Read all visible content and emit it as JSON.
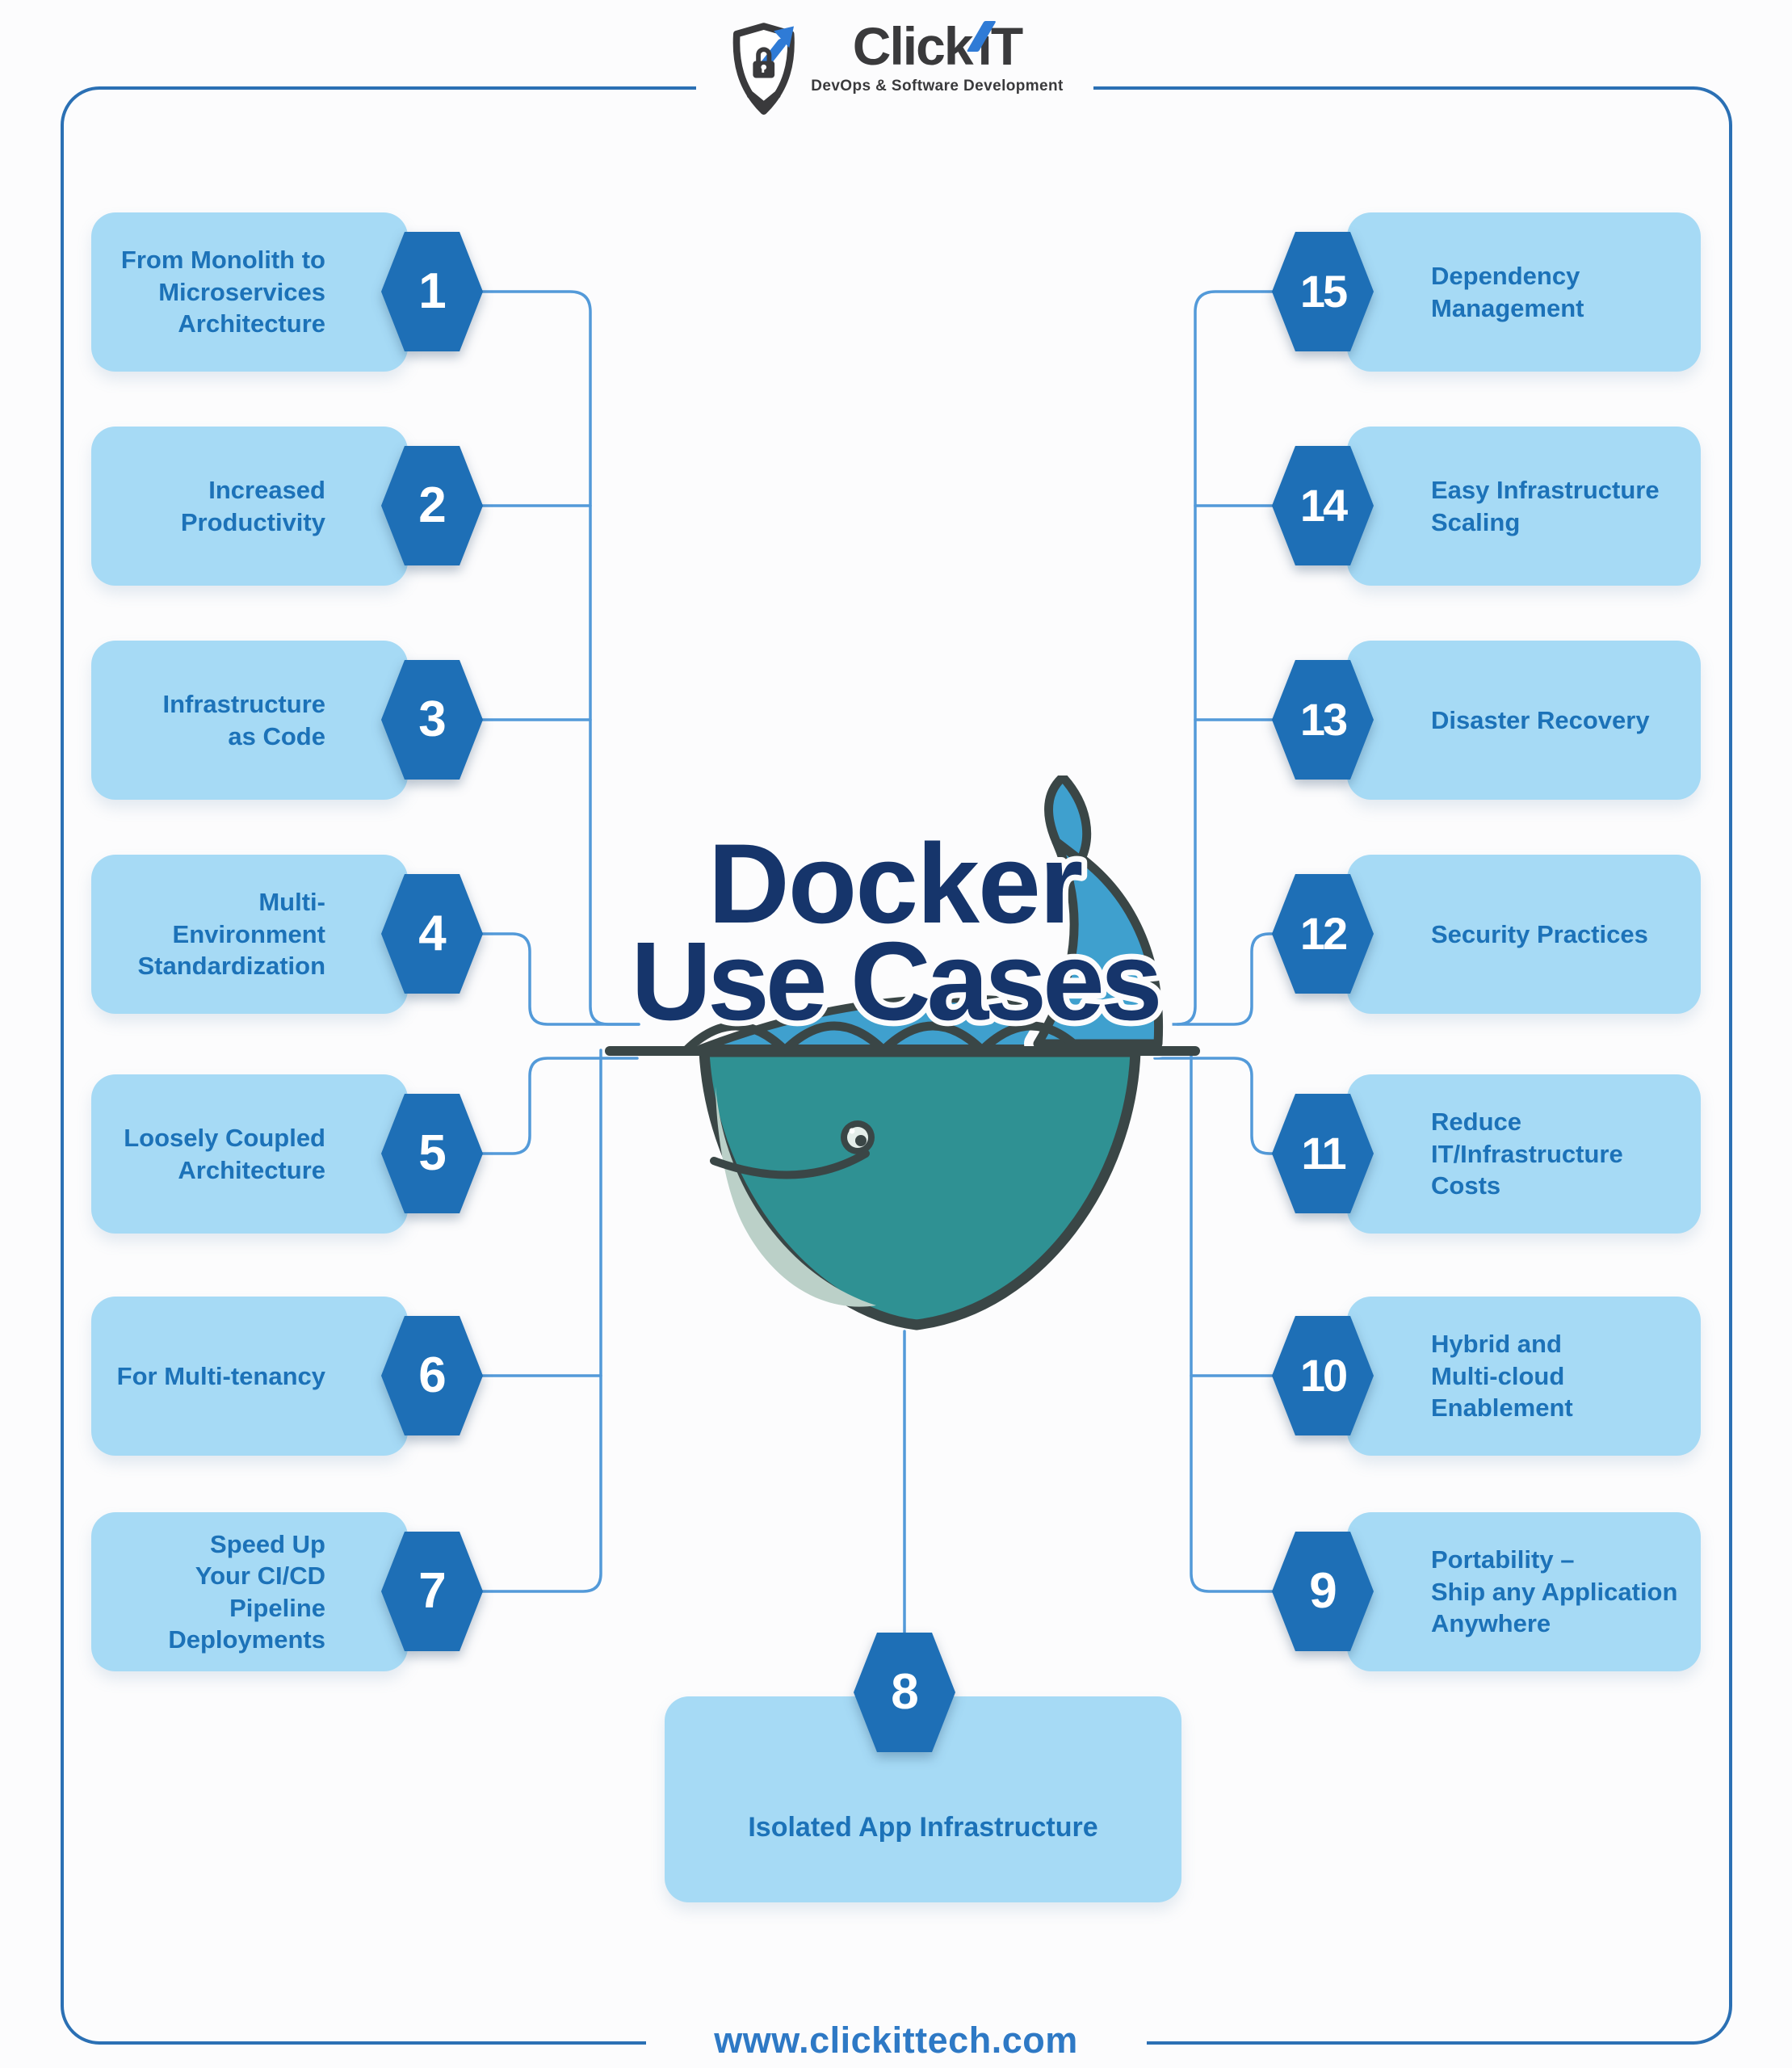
{
  "logo": {
    "brand_prefix": "Click",
    "brand_suffix": "iT",
    "tagline": "DevOps & Software Development"
  },
  "title": {
    "line1": "Docker",
    "line2": "Use Cases"
  },
  "items": [
    {
      "number": "1",
      "label": "From Monolith to\nMicroservices\nArchitecture"
    },
    {
      "number": "2",
      "label": "Increased\nProductivity"
    },
    {
      "number": "3",
      "label": "Infrastructure\nas Code"
    },
    {
      "number": "4",
      "label": "Multi-Environment\nStandardization"
    },
    {
      "number": "5",
      "label": "Loosely Coupled\nArchitecture"
    },
    {
      "number": "6",
      "label": "For Multi-tenancy"
    },
    {
      "number": "7",
      "label": "Speed Up\nYour CI/CD Pipeline\nDeployments"
    },
    {
      "number": "8",
      "label": "Isolated App Infrastructure"
    },
    {
      "number": "9",
      "label": "Portability –\nShip any Application\nAnywhere"
    },
    {
      "number": "10",
      "label": "Hybrid and\nMulti-cloud Enablement"
    },
    {
      "number": "11",
      "label": "Reduce IT/Infrastructure\nCosts"
    },
    {
      "number": "12",
      "label": "Security Practices"
    },
    {
      "number": "13",
      "label": "Disaster Recovery"
    },
    {
      "number": "14",
      "label": "Easy Infrastructure\nScaling"
    },
    {
      "number": "15",
      "label": "Dependency\nManagement"
    }
  ],
  "footer": {
    "url": "www.clickittech.com"
  },
  "colors": {
    "card_bg": "#A6DAF5",
    "card_text": "#1C72B8",
    "badge_bg": "#1E6FB6",
    "line": "#539AD9",
    "frame": "#2B70B4",
    "title": "#16356B",
    "whale_teal": "#2F9193",
    "whale_blue": "#3FA0CE",
    "whale_outline": "#3A4646",
    "whale_belly": "#BBD0C8",
    "url_color": "#2E79C5",
    "logo_dark": "#3A3A3C",
    "logo_blue": "#2F7BD6"
  }
}
